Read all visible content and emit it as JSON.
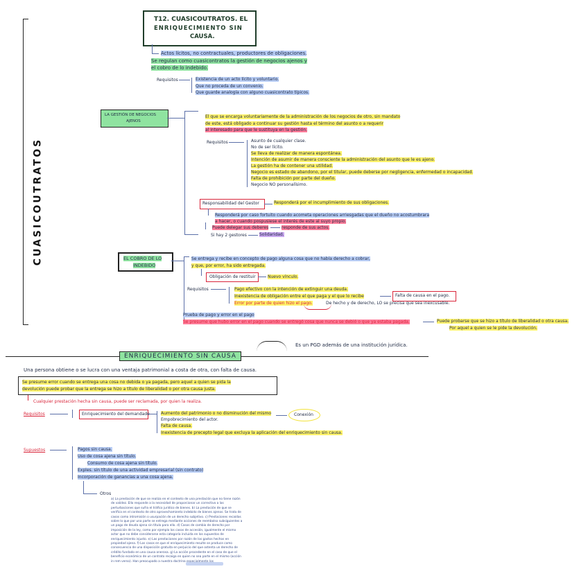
{
  "side_title": "CUASICOUTRATOS",
  "title": {
    "line1": "T12. CUASICOUTRATOS. EL",
    "line2": "ENRIQUECIMIENTO SIN",
    "line3": "CAUSA."
  },
  "intro": {
    "line1": "Actos lícitos, no contractuales, productores de obligaciones.",
    "line2": "Se regulan como cuasicontratos la gestión de negocios ajenos y",
    "line3": "el cobro de lo indebido."
  },
  "requisitos_general": {
    "label": "Requisitos",
    "items": [
      "Existencia de un acto lícito y voluntario.",
      "Que no proceda de un convenio.",
      "Que guarde analogía con alguno cuasicontrato típicos."
    ]
  },
  "gestion": {
    "label_line1": "LA GESTIÓN DE NEGOCIOS",
    "label_line2": "AJENOS",
    "desc_line1": "El que se encarga voluntariamente de la administración de los negocios de otro, sin mandato",
    "desc_line2": "de este, está obligado a continuar su gestión hasta el término del asunto o a requerir",
    "desc_line3": "al interesado para que le sustituya en la gestión.",
    "requisitos_label": "Requisitos",
    "requisitos": [
      "Asunto de cualquier clase.",
      "No de ser lícito.",
      "Se lleva de realizar de manera espontánea.",
      "Intención de asumir de manera consciente la administración del asunto que le es ajeno.",
      "La gestión ha de contener una utilidad.",
      "Negocio es estado de abandono, por el titular, puede deberse por negligencia, enfermedad o incapacidad.",
      "Falta de prohibición por parte del dueño.",
      "Negocio NO personalísimo."
    ],
    "responsabilidad_label": "Responsabilidad del Gestor",
    "responsabilidad_result": "Responderá por el incumplimiento de sus obligaciones.",
    "resp_detail_line1": "Responderá por caso fortuito cuando acometa operaciones arriesgadas que el dueño no acostumbrara",
    "resp_detail_line2": "a hacer, o cuando pospusiese el interés de este al suyo propio.",
    "delegar": "Puede delegar sus deberes",
    "delegar_result": "responde de sus actos.",
    "varios": "Si hay 2 gestores",
    "varios_result": "Solidaridad."
  },
  "cobro": {
    "label_line1": "EL COBRO DE LO",
    "label_line2": "INDEBIDO",
    "desc_line1": "Se entrega y recibe en concepto de pago alguna cosa que no había derecho a cobrar,",
    "desc_line2": "y que, por error, ha sido entregada.",
    "obligacion": "Obligación de restituir",
    "obligacion_result": "Nuevo vínculo.",
    "requisitos_label": "Requisitos",
    "requisitos": [
      "Pago efectivo con la intención de extinguir una deuda.",
      "Inexistencia de obligación entre el que paga y el que lo recibe",
      "Error por parte de quien hizo el pago."
    ],
    "falta_causa": "Falta de causa en el pago.",
    "error_note": "De hecho y de derecho, LO se precisa que sea inexcusable.",
    "prueba_line1": "Prueba de pago y error en el pago",
    "prueba_line2": "Se presume que hubo error en el pago cuando se entregó cosa que nunca se debió o que ya estaba pagada.",
    "prueba_result_line1": "Puede probarse que se hizo a título de liberalidad o otra causa.",
    "prueba_result_line2": "Por aquel a quien se le pide la devolución."
  },
  "enriquecimiento": {
    "note": "Es un PGD además de una institución jurídica.",
    "title": "ENRIQUECIMIENTO SIN CAUSA",
    "desc": "Una persona obtiene o se lucra con una ventaja patrimonial a costa de otra, con falta de causa.",
    "presume_line1": "Se presume error cuando se entrega una cosa no debida o ya pagada, pero aquel a quien se pida la",
    "presume_line2": "devolución puede probar que la entrega se hizo a título de liberalidad o por otra causa justa.",
    "reclamar": "Cualquier prestación hecha sin causa, puede ser reclamada, por quien la realiza.",
    "requisitos_label": "Requisitos",
    "enriquecimiento_label": "Enriquecimiento del demandado",
    "requisitos": [
      "Aumento del patrimonio o no disminución del mismo",
      "Empobrecimiento del actor.",
      "Falta de causa.",
      "Inexistencia de precepto legal que excluya la aplicación del enriquecimiento sin causa."
    ],
    "conexion": "Conexión",
    "supuestos_label": "Supuestos",
    "supuestos": [
      "Pagos sin causa.",
      "Uso de cosa ajena sin título.",
      "Consumo de cosa ajena sin título.",
      "Exples. sin título de una actividad empresarial (sin contrato)",
      "Incorporación de ganancias a una cosa ajena."
    ],
    "otros_label": "Otros",
    "fine_print": "a) La prestación de que se realiza en el contexto de una prestación que no tiene razón de validez. Ello responde a la necesidad de proporcionar un correctivo a las perturbaciones que sufra el tráfico jurídico de bienes. b) La prestación de que se verifica en el contexto de otro aprovechamiento indebido de bienes ajenos. Se trata de casos como intromisión o usurpación de un derecho subjetivo. c) Prestaciones recaídas sobre lo que por una parte se entrega mediante acciones de reembolso subsiguientes a un pago de deuda ajena sin título para ello. d) Casos de cambio de derecho por imposición de la ley, como por ejemplo los casos de accesión, igualmente el mismo actor que no debe considerarse esta categoría incluida en los supuestos de enriquecimiento injusto. e) Las prestaciones por razón de los gastos hechos en propiedad ajena. f) Los casos en que el enriquecimiento resulte se produce como consecuencia de una disposición gratuita en perjuicio del que ostenta un derecho de crédito fundado en una causa onerosa. g) La acción procedente en el caso de que el beneficio económico de un contrato recaiga en quien no sea parte en el mismo (acción in rem verso). Han preocupado a nuestra doctrina especialmente los"
  }
}
